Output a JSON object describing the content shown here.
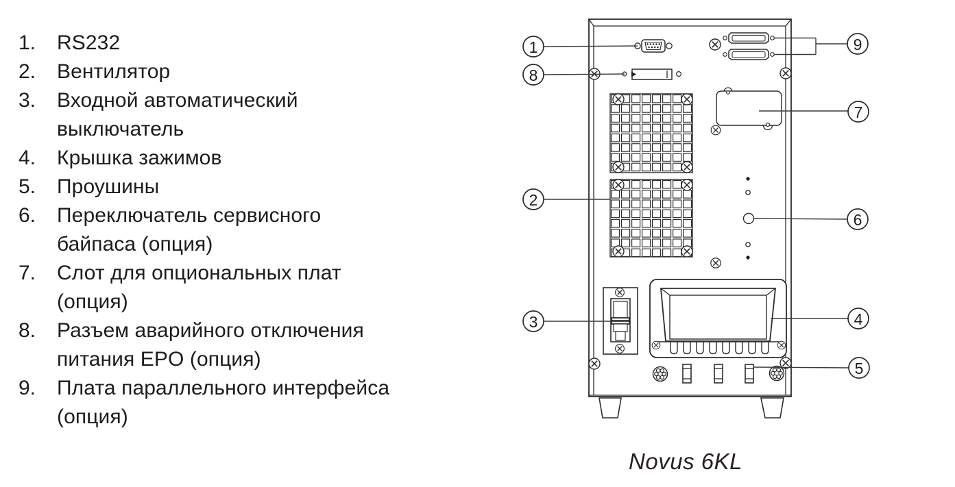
{
  "page": {
    "background": "#ffffff",
    "line_color": "#2c2c2c",
    "text_color": "#1c1c1c"
  },
  "legend": {
    "items": [
      {
        "num": "1.",
        "lines": [
          "RS232"
        ]
      },
      {
        "num": "2.",
        "lines": [
          "Вентилятор"
        ]
      },
      {
        "num": "3.",
        "lines": [
          "Входной автоматический",
          "выключатель"
        ]
      },
      {
        "num": "4.",
        "lines": [
          "Крышка зажимов"
        ]
      },
      {
        "num": "5.",
        "lines": [
          "Проушины"
        ]
      },
      {
        "num": "6.",
        "lines": [
          "Переключатель сервисного",
          "байпаса (опция)"
        ]
      },
      {
        "num": "7.",
        "lines": [
          "Слот для опциональных плат",
          "(опция)"
        ]
      },
      {
        "num": "8.",
        "lines": [
          "Разъем аварийного отключения",
          "питания EPO (опция)"
        ]
      },
      {
        "num": "9.",
        "lines": [
          "Плата параллельного интерфейса",
          "(опция)"
        ]
      }
    ]
  },
  "diagram": {
    "caption": "Novus 6KL",
    "callouts": [
      {
        "label": "1",
        "target": "rs232-port"
      },
      {
        "label": "2",
        "target": "fan-grilles"
      },
      {
        "label": "3",
        "target": "input-circuit-breaker"
      },
      {
        "label": "4",
        "target": "terminal-cover"
      },
      {
        "label": "5",
        "target": "mounting-lugs"
      },
      {
        "label": "6",
        "target": "service-bypass-switch"
      },
      {
        "label": "7",
        "target": "option-card-slot"
      },
      {
        "label": "8",
        "target": "epo-connector"
      },
      {
        "label": "9",
        "target": "parallel-interface-card"
      }
    ]
  }
}
